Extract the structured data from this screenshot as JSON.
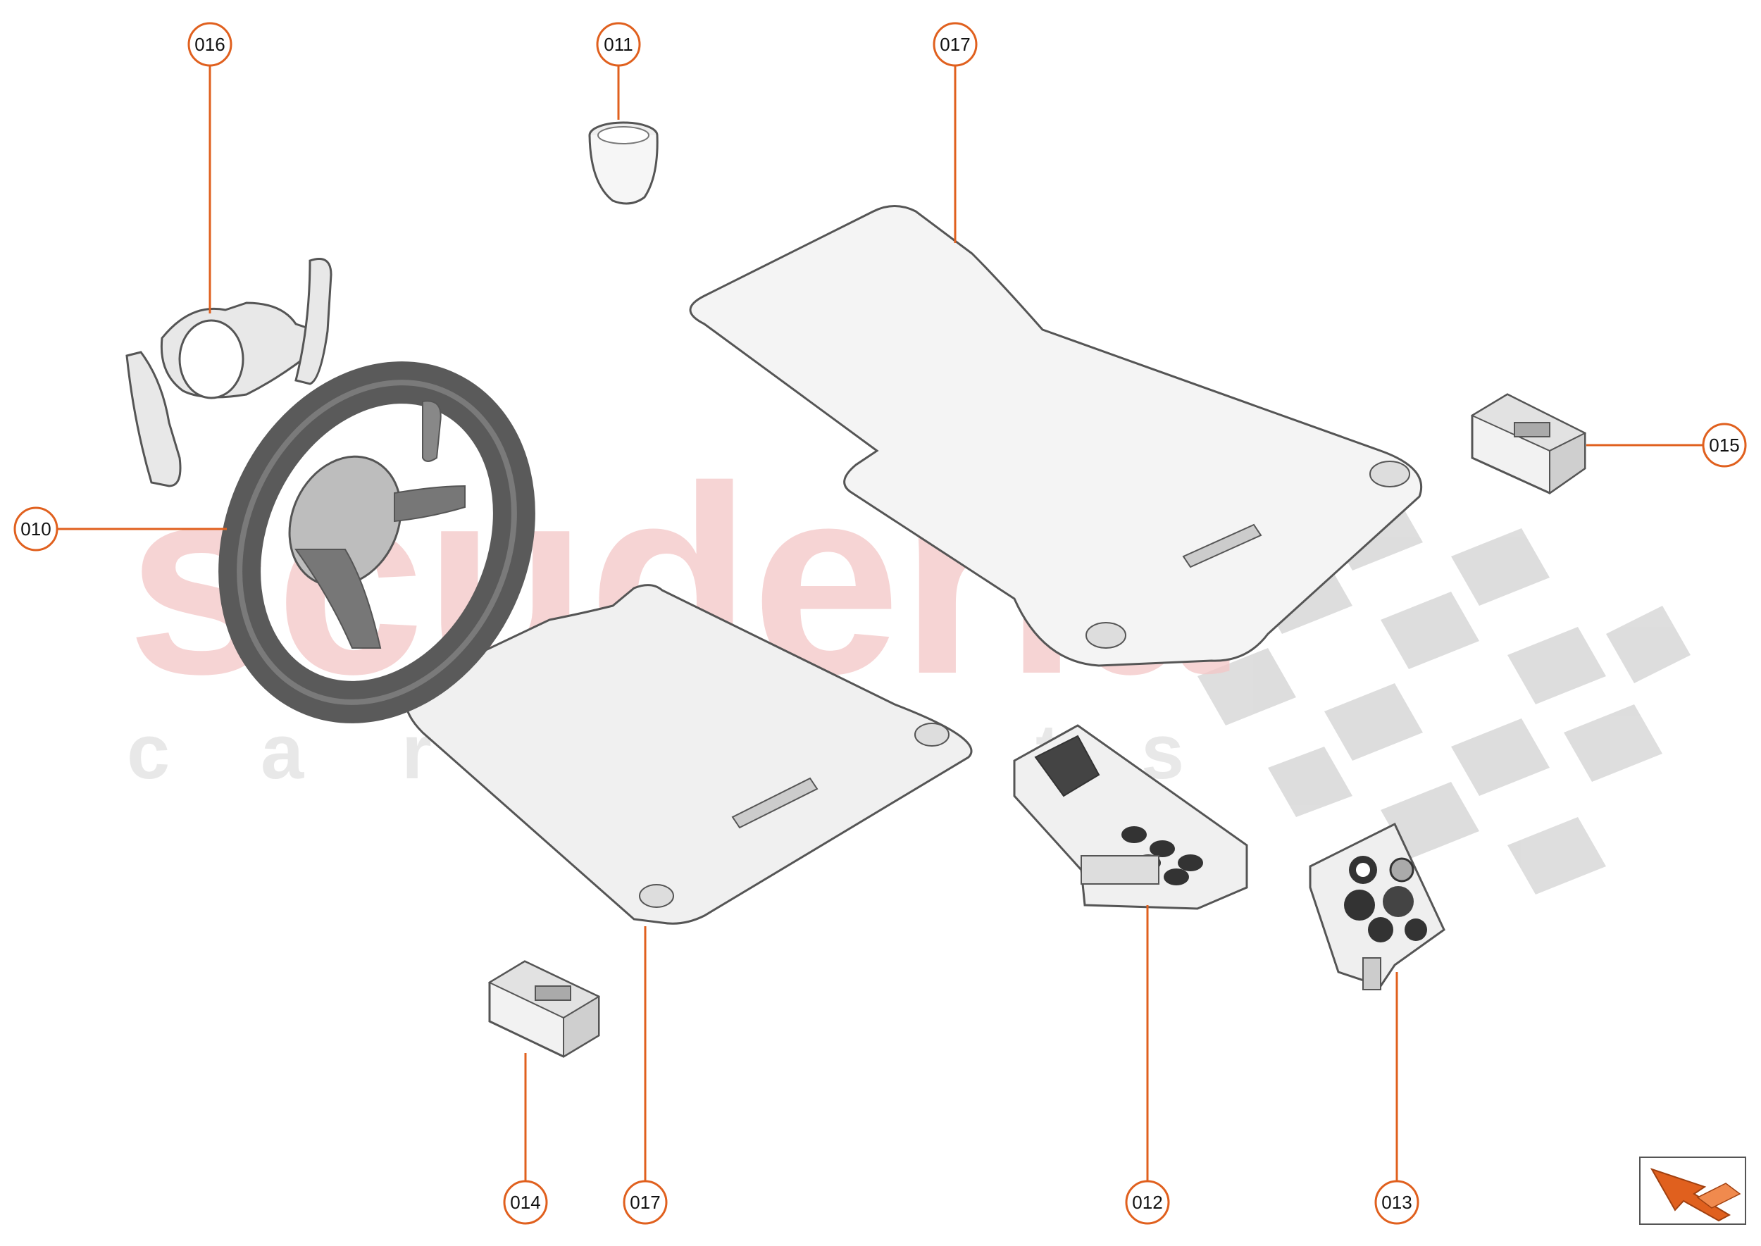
{
  "watermark": {
    "brand": "scuderia",
    "subtitle_letters": [
      "c",
      "a",
      "r",
      "p",
      "a",
      "r",
      "t",
      "s"
    ]
  },
  "colors": {
    "accent": "#e0601e",
    "part_fill": "#f4f4f4",
    "part_stroke": "#555555",
    "dark_part": "#5a5a5a",
    "checker": "#d8d8d8"
  },
  "callouts": [
    {
      "id": "c016",
      "label": "016"
    },
    {
      "id": "c011",
      "label": "011"
    },
    {
      "id": "c017a",
      "label": "017"
    },
    {
      "id": "c010",
      "label": "010"
    },
    {
      "id": "c015",
      "label": "015"
    },
    {
      "id": "c014",
      "label": "014"
    },
    {
      "id": "c017b",
      "label": "017"
    },
    {
      "id": "c012",
      "label": "012"
    },
    {
      "id": "c013",
      "label": "013"
    }
  ],
  "icons": {
    "navigation": "orange-arrow-icon"
  }
}
